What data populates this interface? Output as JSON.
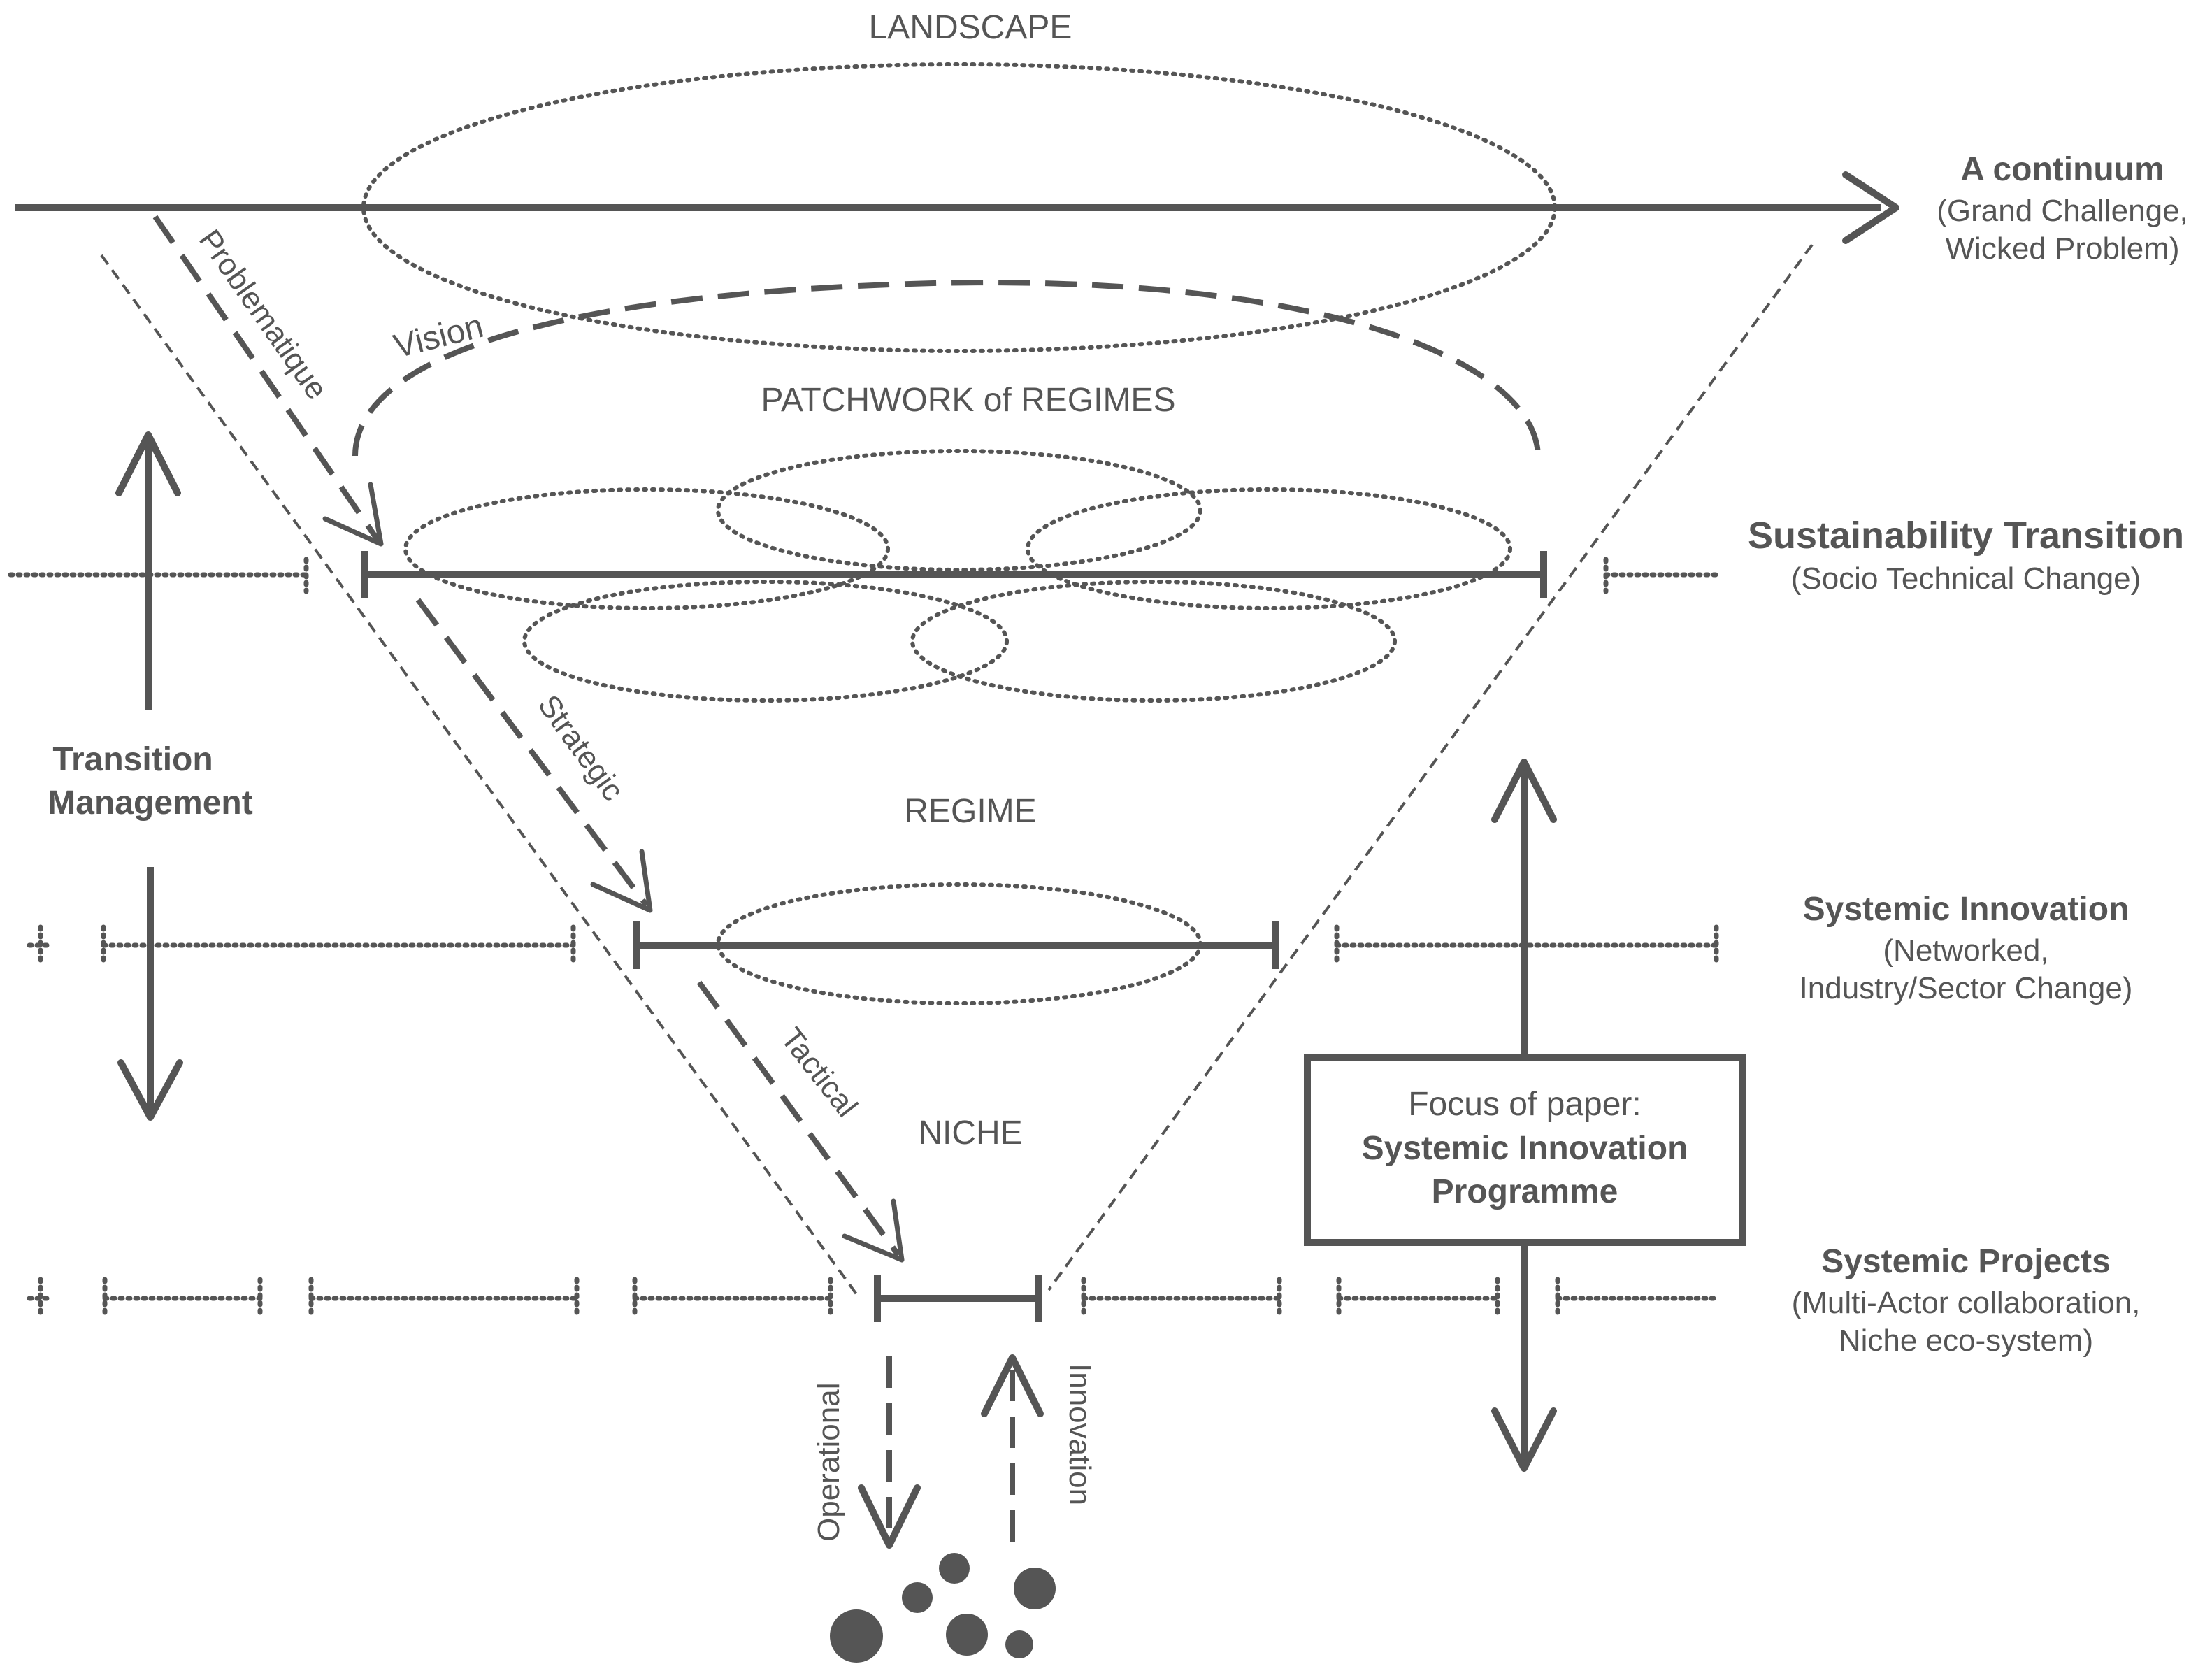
{
  "levels": {
    "landscape": "LANDSCAPE",
    "patchwork": "PATCHWORK of REGIMES",
    "regime": "REGIME",
    "niche": "NICHE"
  },
  "continuum": {
    "title": "A continuum",
    "sub1": "(Grand Challenge,",
    "sub2": "Wicked Problem)"
  },
  "sustainability": {
    "title": "Sustainability Transition",
    "sub": "(Socio Technical Change)"
  },
  "systemic_innovation": {
    "title": "Systemic Innovation",
    "sub1": "(Networked,",
    "sub2": "Industry/Sector Change)"
  },
  "systemic_projects": {
    "title": "Systemic Projects",
    "sub1": "(Multi-Actor collaboration,",
    "sub2": "Niche eco-system)"
  },
  "transition_management": {
    "line1": "Transition",
    "line2": "Management"
  },
  "focus_box": {
    "line1": "Focus of paper:",
    "line2": "Systemic Innovation",
    "line3": "Programme"
  },
  "arrows": {
    "vision": "Vision",
    "problematique": "Problematique",
    "strategic": "Strategic",
    "tactical": "Tactical",
    "operational": "Operational",
    "innovation": "Innovation"
  }
}
